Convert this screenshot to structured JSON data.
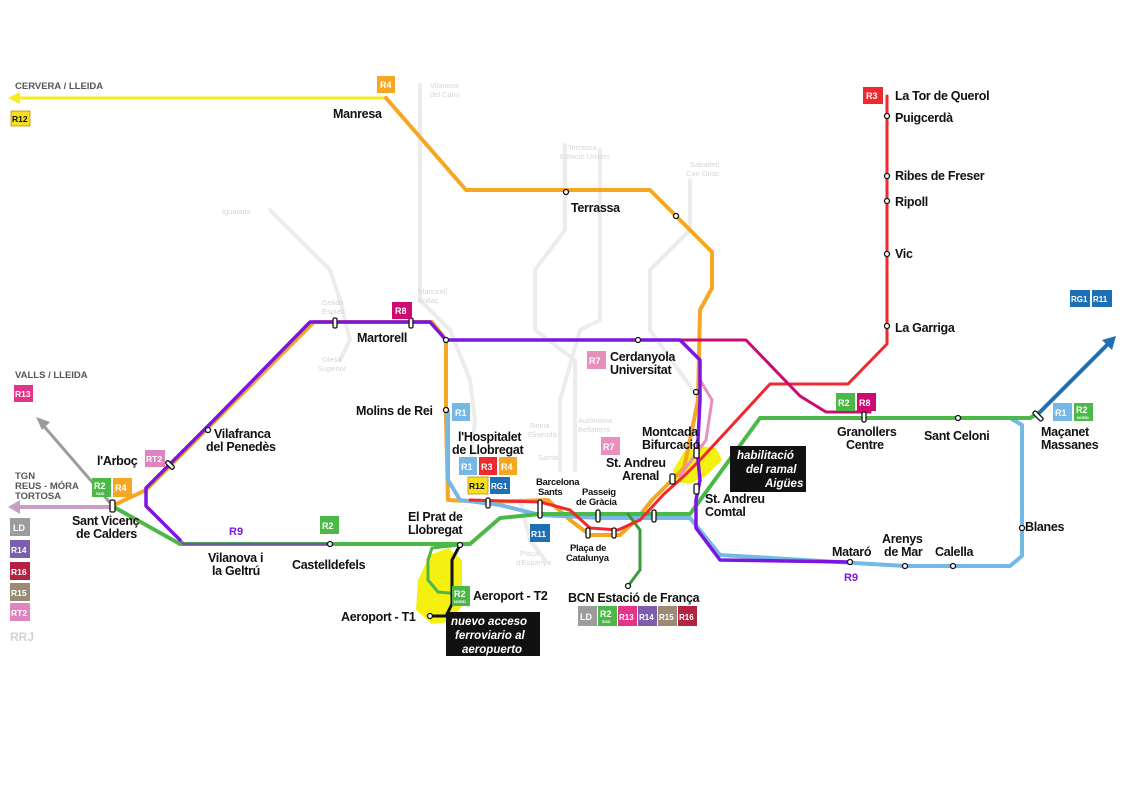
{
  "colors": {
    "R1": "#74b8e6",
    "R2": "#4cb848",
    "R3": "#ee2a2f",
    "R4": "#f5a623",
    "R7": "#e88fbe",
    "R8": "#cc0a72",
    "R11": "#1f6fb5",
    "R12": "#f7df1e",
    "R13": "#e3338b",
    "R14": "#7b5fae",
    "R15": "#9c8b74",
    "R16": "#b22442",
    "RG1": "#1f6fb5",
    "RT2": "#e084c0",
    "LD": "#9c9c9c",
    "R9": "#7b16e0"
  },
  "destinations": {
    "cervera": "CERVERA / LLEIDA",
    "valls": "VALLS / LLEIDA",
    "tgn": "TGN",
    "reus": "REUS - MÓRA",
    "tortosa": "TORTOSA",
    "rrj": "RRJ"
  },
  "stations": {
    "manresa": "Manresa",
    "terrassa": "Terrassa",
    "tor_querol": "La Tor de Querol",
    "puigcerda": "Puigcerdà",
    "ribes": "Ribes de Freser",
    "ripoll": "Ripoll",
    "vic": "Vic",
    "garriga": "La Garriga",
    "martorell": "Martorell",
    "cerdanyola_1": "Cerdanyola",
    "cerdanyola_2": "Universitat",
    "molins": "Molins de Rei",
    "vilafranca_1": "Vilafranca",
    "vilafranca_2": "del Penedès",
    "arboc": "l'Arboç",
    "hospitalet_1": "l'Hospitalet",
    "hospitalet_2": "de Llobregat",
    "montcada_1": "Montcada",
    "montcada_2": "Bifurcació",
    "granollers_1": "Granollers",
    "granollers_2": "Centre",
    "sant_celoni": "Sant Celoni",
    "macanet_1": "Maçanet",
    "macanet_2": "Massanes",
    "st_andreu_arenal_1": "St. Andreu",
    "st_andreu_arenal_2": "Arenal",
    "st_andreu_comtal_1": "St. Andreu",
    "st_andreu_comtal_2": "Comtal",
    "sants_1": "Barcelona",
    "sants_2": "Sants",
    "passeig_1": "Passeig",
    "passeig_2": "de Gràcia",
    "placa_cat_1": "Plaça de",
    "placa_cat_2": "Catalunya",
    "sant_vicenc_1": "Sant Vicenç",
    "sant_vicenc_2": "de Calders",
    "vilanova_1": "Vilanova i",
    "vilanova_2": "la Geltrú",
    "castelldefels": "Castelldefels",
    "el_prat_1": "El Prat de",
    "el_prat_2": "Llobregat",
    "aeroport_t2": "Aeroport - T2",
    "aeroport_t1": "Aeroport - T1",
    "bcn_franca": "BCN Estació de França",
    "mataro": "Mataró",
    "arenys_1": "Arenys",
    "arenys_2": "de Mar",
    "calella": "Calella",
    "blanes": "Blanes"
  },
  "ghost_labels": {
    "vilanova_valldeix_1": "Vilanova",
    "vilanova_valldeix_2": "del Camí",
    "terrassa_un_1": "Terrassa",
    "terrassa_un_2": "Estació Unides",
    "sabadell_1": "Sabadell",
    "sabadell_2": "Can Oriac",
    "igualada": "Igualada",
    "gelida_1": "Gelida",
    "gelida_2": "Espiell",
    "martorell_enll_1": "Martorell",
    "martorell_enll_2": "Enllaç",
    "olesa_1": "Olesa",
    "olesa_2": "Superior",
    "reina_1": "Reina",
    "reina_2": "Elisenda",
    "autonoma_1": "Autònoma",
    "autonoma_2": "Bellaterra",
    "sarria": "Sarrià",
    "placa_espanya_1": "Plaça",
    "placa_espanya_2": "d'Espanya"
  },
  "badges": {
    "R1": "R1",
    "R2": "R2",
    "R3": "R3",
    "R4": "R4",
    "R7": "R7",
    "R8": "R8",
    "R9": "R9",
    "R11": "R11",
    "R12": "R12",
    "R13": "R13",
    "R14": "R14",
    "R15": "R15",
    "R16": "R16",
    "RG1": "RG1",
    "RT2": "RT2",
    "LD": "LD",
    "sud": "SUD",
    "nord": "NORD"
  },
  "notes": {
    "aigues_1": "habilitació",
    "aigues_2": "del ramal",
    "aigues_3": "Aigües",
    "aeropuerto_1": "nuevo acceso",
    "aeropuerto_2": "ferroviario al",
    "aeropuerto_3": "aeropuerto"
  }
}
